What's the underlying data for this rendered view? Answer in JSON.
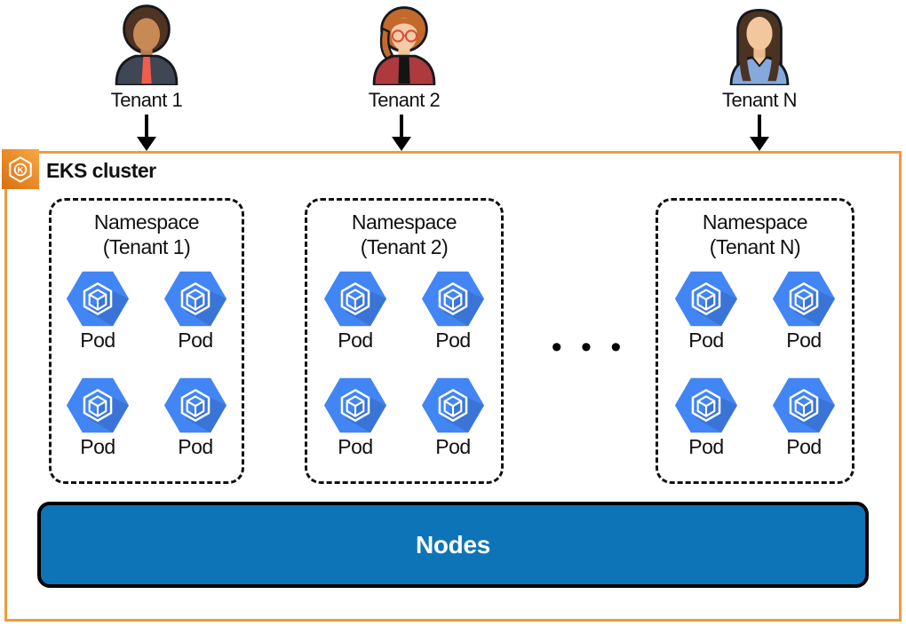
{
  "tenants": [
    {
      "label": "Tenant 1",
      "avatar_icon": "persona-woman-curly-dark-hair"
    },
    {
      "label": "Tenant 2",
      "avatar_icon": "persona-woman-glasses-red-cardigan"
    },
    {
      "label": "Tenant N",
      "avatar_icon": "persona-woman-long-dark-hair-blue-top"
    }
  ],
  "cluster": {
    "label": "EKS cluster",
    "border_color": "#F09B3E",
    "badge_icon": "eks-kubernetes-hexagon-k-icon",
    "badge_gradient": [
      "#D96F10",
      "#F9A744"
    ],
    "namespaces": [
      {
        "line1": "Namespace",
        "line2": "(Tenant 1)",
        "pods": [
          "Pod",
          "Pod",
          "Pod",
          "Pod"
        ]
      },
      {
        "line1": "Namespace",
        "line2": "(Tenant 2)",
        "pods": [
          "Pod",
          "Pod",
          "Pod",
          "Pod"
        ]
      },
      {
        "line1": "Namespace",
        "line2": "(Tenant N)",
        "pods": [
          "Pod",
          "Pod",
          "Pod",
          "Pod"
        ]
      }
    ],
    "ellipsis": "• • •",
    "nodes": {
      "label": "Nodes",
      "fill": "#0E74B8"
    }
  },
  "icons": {
    "pod": "kubernetes-pod-hexagon-cube-icon",
    "pod_fill": "#4285F4"
  }
}
